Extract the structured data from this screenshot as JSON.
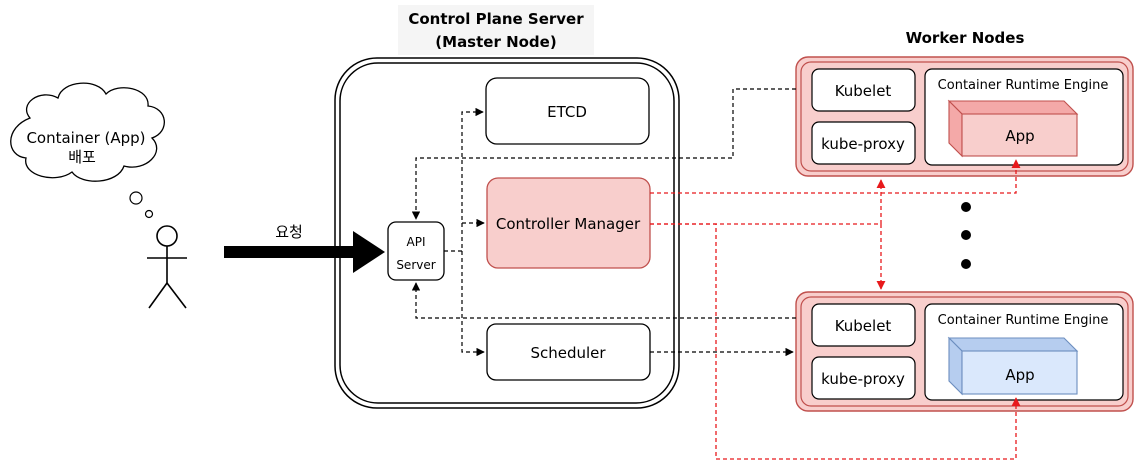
{
  "control_plane": {
    "title_line1": "Control Plane Server",
    "title_line2": "(Master Node)",
    "etcd": "ETCD",
    "controller_manager": "Controller Manager",
    "scheduler": "Scheduler",
    "api_server_line1": "API",
    "api_server_line2": "Server"
  },
  "worker_nodes": {
    "title": "Worker Nodes",
    "node1": {
      "kubelet": "Kubelet",
      "kube_proxy": "kube-proxy",
      "runtime": "Container Runtime Engine",
      "app": "App"
    },
    "node2": {
      "kubelet": "Kubelet",
      "kube_proxy": "kube-proxy",
      "runtime": "Container Runtime Engine",
      "app": "App"
    }
  },
  "user": {
    "thought_line1": "Container (App)",
    "thought_line2": "배포",
    "request_label": "요청"
  },
  "colors": {
    "red_line": "#e8191c",
    "node_border": "#c0504d",
    "node_fill": "#f8cecc",
    "app_red_fill": "#f8cecc",
    "app_red_top": "#f4a9a8",
    "app_blue_fill": "#dae8fc",
    "app_blue_top": "#b6cdef",
    "app_blue_border": "#6c8ebf"
  }
}
